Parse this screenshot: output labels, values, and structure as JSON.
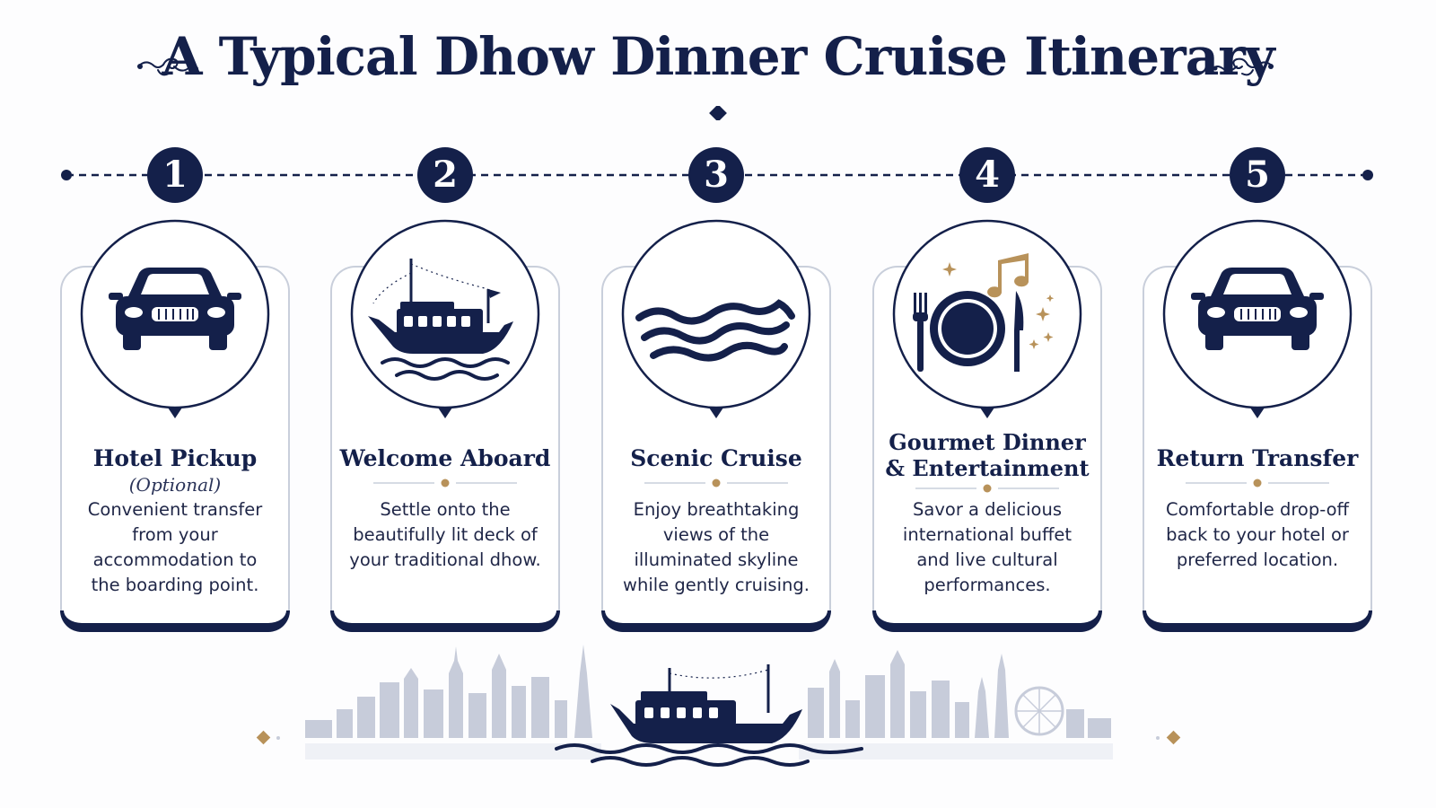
{
  "title": "A Typical Dhow Dinner Cruise Itinerary",
  "colors": {
    "navy": "#14204a",
    "gold": "#b8925a",
    "light_line": "#c9cfdb",
    "skyline": "#c7ccda"
  },
  "steps": [
    {
      "number": "1",
      "icon": "car-icon",
      "title": "Hotel Pickup",
      "subtitle": "(Optional)",
      "description": "Convenient transfer from your accommodation to the boarding point."
    },
    {
      "number": "2",
      "icon": "dhow-boat-icon",
      "title": "Welcome Aboard",
      "subtitle": "",
      "description": "Settle onto the beautifully lit deck of your traditional dhow."
    },
    {
      "number": "3",
      "icon": "waves-icon",
      "title": "Scenic Cruise",
      "subtitle": "",
      "description": "Enjoy breathtaking views of the illuminated skyline while gently cruising."
    },
    {
      "number": "4",
      "icon": "dinner-music-icon",
      "title": "Gourmet Dinner & Entertainment",
      "subtitle": "",
      "description": "Savor a delicious international buffet and live cultural performances."
    },
    {
      "number": "5",
      "icon": "car-icon",
      "title": "Return Transfer",
      "subtitle": "",
      "description": "Comfortable drop-off back to your hotel or preferred location."
    }
  ]
}
